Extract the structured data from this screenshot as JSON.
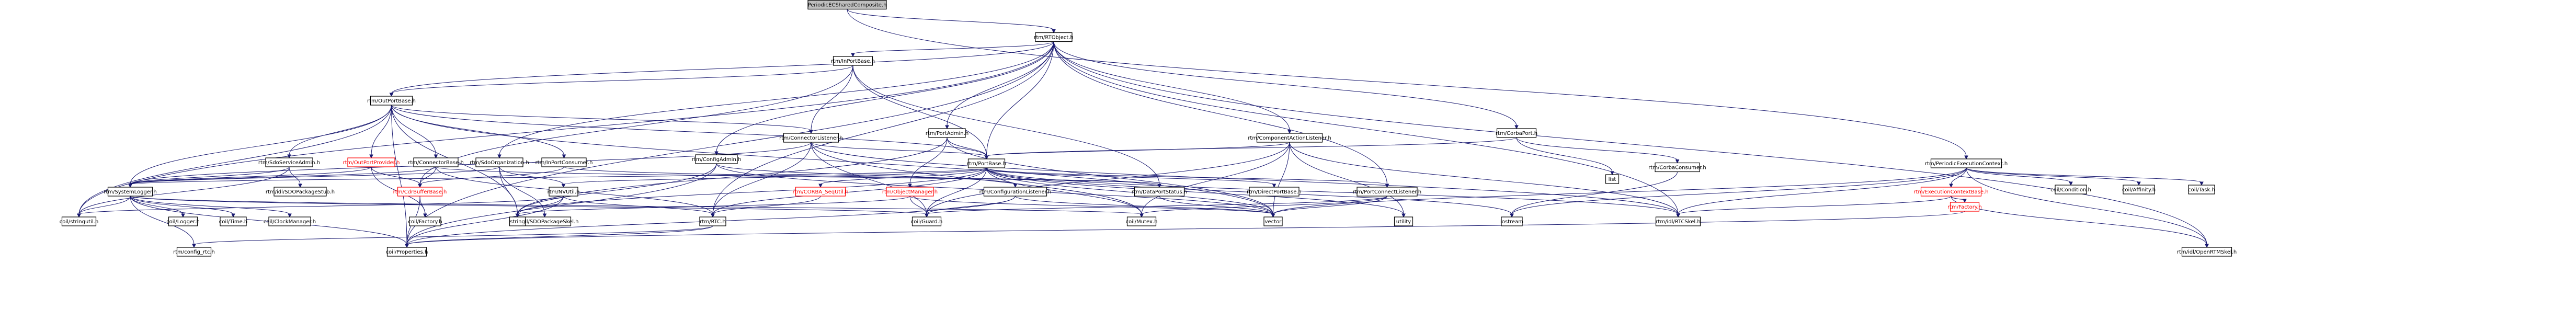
{
  "graph": {
    "colors": {
      "edge": "#191970",
      "node_border": "#000000",
      "link_missing": "#ff0000",
      "root_fill": "#bfbfbf"
    },
    "nodes": [
      {
        "id": "root",
        "label": "PeriodicECSharedComposite.h",
        "style": "root"
      },
      {
        "id": "rtobject",
        "label": "rtm/RTObject.h"
      },
      {
        "id": "inportbase",
        "label": "rtm/InPortBase.h"
      },
      {
        "id": "outportbase",
        "label": "rtm/OutPortBase.h"
      },
      {
        "id": "portadmin",
        "label": "rtm/PortAdmin.h"
      },
      {
        "id": "connectorlistener",
        "label": "rtm/ConnectorListener.h"
      },
      {
        "id": "componentactionlistener",
        "label": "rtm/ComponentActionListener.h"
      },
      {
        "id": "corbaport",
        "label": "rtm/CorbaPort.h"
      },
      {
        "id": "periodicec",
        "label": "rtm/PeriodicExecutionContext.h"
      },
      {
        "id": "sdoserviceadmin",
        "label": "rtm/SdoServiceAdmin.h"
      },
      {
        "id": "outportprovider",
        "label": "rtm/OutPortProvider.h",
        "style": "red"
      },
      {
        "id": "connectorbase",
        "label": "rtm/ConnectorBase.h"
      },
      {
        "id": "sdoorganization",
        "label": "rtm/SdoOrganization.h"
      },
      {
        "id": "inportconsumer",
        "label": "rtm/InPortConsumer.h"
      },
      {
        "id": "configadmin",
        "label": "rtm/ConfigAdmin.h"
      },
      {
        "id": "portbase",
        "label": "rtm/PortBase.h"
      },
      {
        "id": "corbaconsumer",
        "label": "rtm/CorbaConsumer.h"
      },
      {
        "id": "list",
        "label": "list"
      },
      {
        "id": "condition",
        "label": "coil/Condition.h"
      },
      {
        "id": "affinity",
        "label": "coil/Affinity.h"
      },
      {
        "id": "task",
        "label": "coil/Task.h"
      },
      {
        "id": "systemlogger",
        "label": "rtm/SystemLogger.h"
      },
      {
        "id": "sdopackagestub",
        "label": "rtm/idl/SDOPackageStub.h"
      },
      {
        "id": "cdrbufferbase",
        "label": "rtm/CdrBufferBase.h",
        "style": "red"
      },
      {
        "id": "nvutil",
        "label": "rtm/NVUtil.h"
      },
      {
        "id": "corbasequtil",
        "label": "rtm/CORBA_SeqUtil.h",
        "style": "red"
      },
      {
        "id": "objectmanager",
        "label": "rtm/ObjectManager.h",
        "style": "red"
      },
      {
        "id": "configlistener",
        "label": "rtm/ConfigurationListener.h"
      },
      {
        "id": "dataportstatus",
        "label": "rtm/DataPortStatus.h"
      },
      {
        "id": "directportbase",
        "label": "rtm/DirectPortBase.h"
      },
      {
        "id": "portconnectlistener",
        "label": "rtm/PortConnectListener.h"
      },
      {
        "id": "ecbase",
        "label": "rtm/ExecutionContextBase.h",
        "style": "red"
      },
      {
        "id": "stringutil",
        "label": "coil/stringutil.h"
      },
      {
        "id": "logger",
        "label": "coil/Logger.h"
      },
      {
        "id": "time",
        "label": "coil/Time.h"
      },
      {
        "id": "clockmanager",
        "label": "coil/ClockManager.h"
      },
      {
        "id": "factory_coil",
        "label": "coil/Factory.h"
      },
      {
        "id": "sdopackageskel",
        "label": "rtm/idl/SDOPackageSkel.h"
      },
      {
        "id": "string",
        "label": "string"
      },
      {
        "id": "rtc",
        "label": "rtm/RTC.h"
      },
      {
        "id": "guard",
        "label": "coil/Guard.h"
      },
      {
        "id": "mutex",
        "label": "coil/Mutex.h"
      },
      {
        "id": "vector",
        "label": "vector"
      },
      {
        "id": "utility",
        "label": "utility"
      },
      {
        "id": "iostream",
        "label": "iostream"
      },
      {
        "id": "rtcskel",
        "label": "rtm/idl/RTCSkel.h"
      },
      {
        "id": "factory_rtm",
        "label": "rtm/Factory.h",
        "style": "red"
      },
      {
        "id": "configrtc",
        "label": "rtm/config_rtc.h"
      },
      {
        "id": "properties",
        "label": "coil/Properties.h"
      },
      {
        "id": "openrtmskel",
        "label": "rtm/idl/OpenRTMSkel.h"
      }
    ]
  }
}
